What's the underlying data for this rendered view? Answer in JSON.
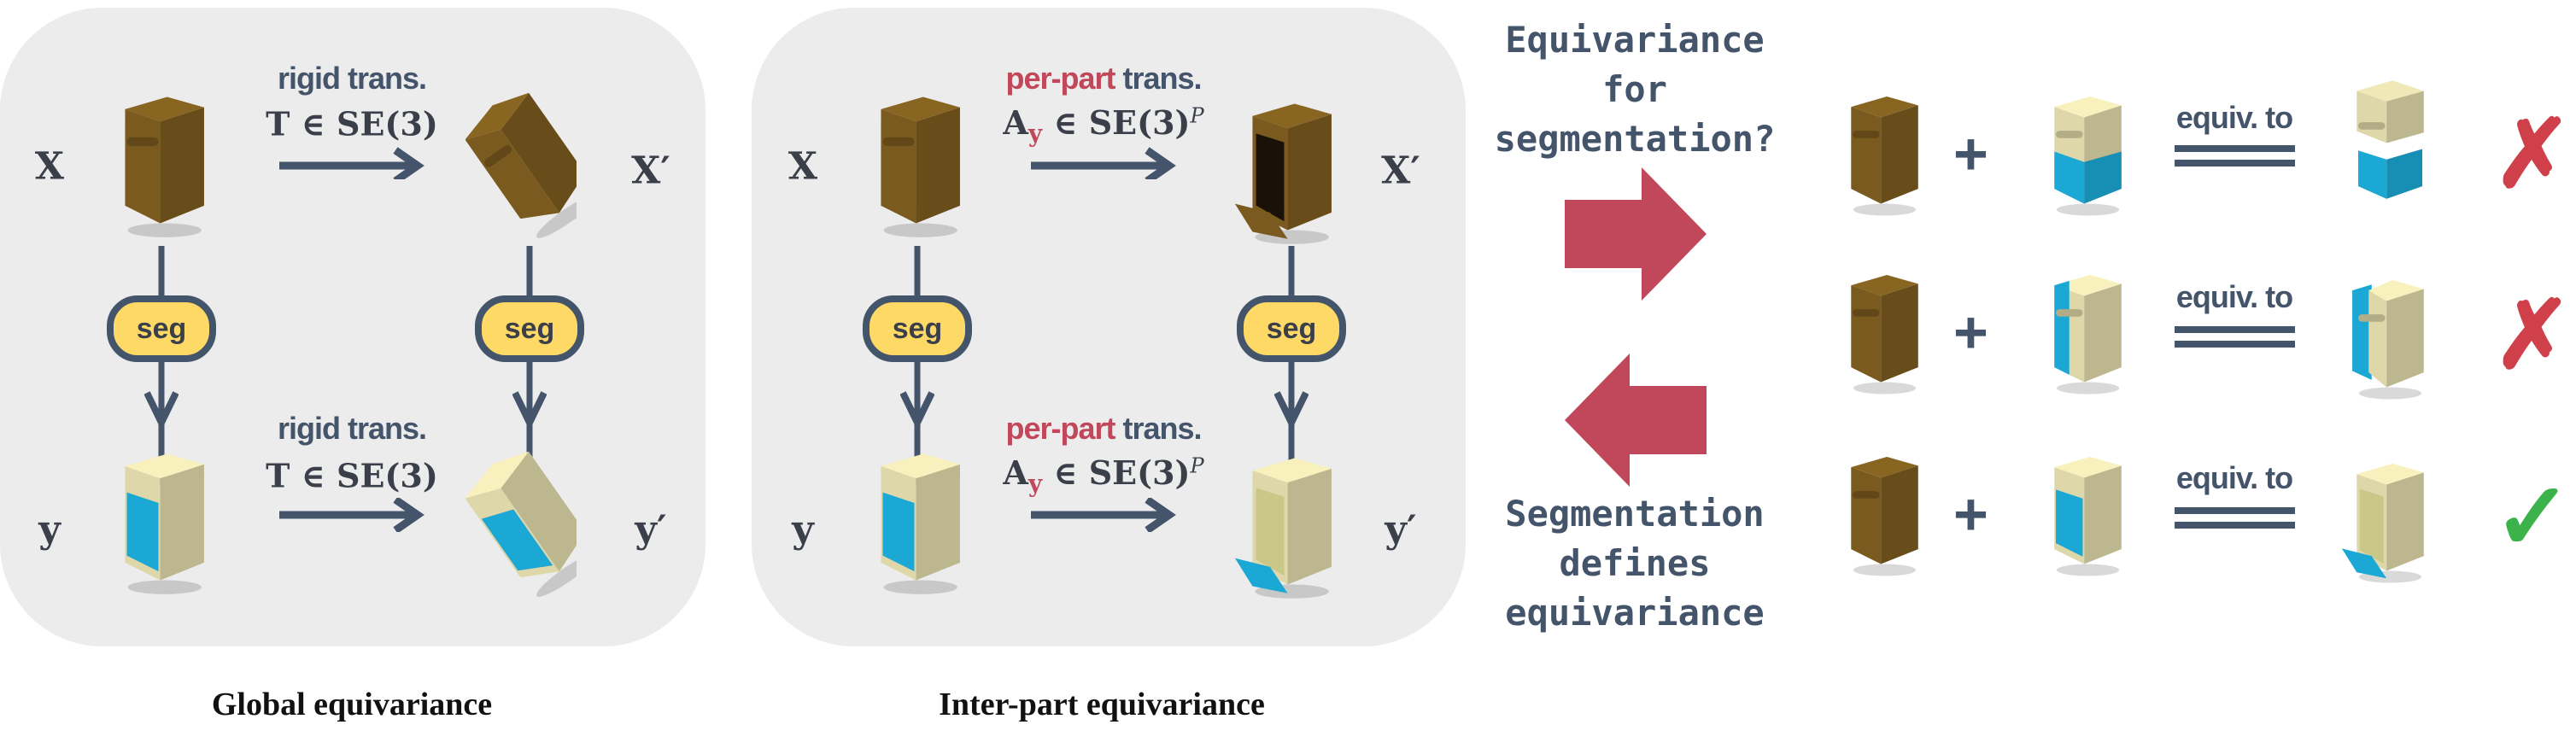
{
  "colors": {
    "navy": "#44546a",
    "red": "#c0485a",
    "seg_fill": "#ffd966",
    "panel": "#ececec",
    "brown": "#7a5a1e",
    "beige": "#ded7a9",
    "cyan": "#1ba8d5",
    "green": "#3cb24a"
  },
  "global": {
    "label_x": "X",
    "label_x_prime": "X′",
    "label_y": "y",
    "label_y_prime": "y′",
    "top_trans": "rigid trans.",
    "bottom_trans": "rigid trans.",
    "math": "T ∈ SE(3)",
    "seg_left": "seg",
    "seg_right": "seg",
    "caption": "Global equivariance"
  },
  "interpart": {
    "label_x": "X",
    "label_x_prime": "X′",
    "label_y": "y",
    "label_y_prime": "y′",
    "trans_red": "per-part",
    "trans_rest": " trans.",
    "math_base": "A",
    "math_sub": "y",
    "math_rest": " ∈ SE(3)",
    "math_sup": "P",
    "seg_left": "seg",
    "seg_right": "seg",
    "caption": "Inter-part equivariance"
  },
  "right": {
    "question": [
      "Equivariance",
      "for",
      "segmentation?"
    ],
    "answer": [
      "Segmentation",
      "defines",
      "equivariance"
    ],
    "rows": [
      {
        "relation": "equiv. to",
        "verdict": "✗",
        "correct": false
      },
      {
        "relation": "equiv. to",
        "verdict": "✗",
        "correct": false
      },
      {
        "relation": "equiv. to",
        "verdict": "✓",
        "correct": true
      }
    ],
    "plus": "+"
  }
}
